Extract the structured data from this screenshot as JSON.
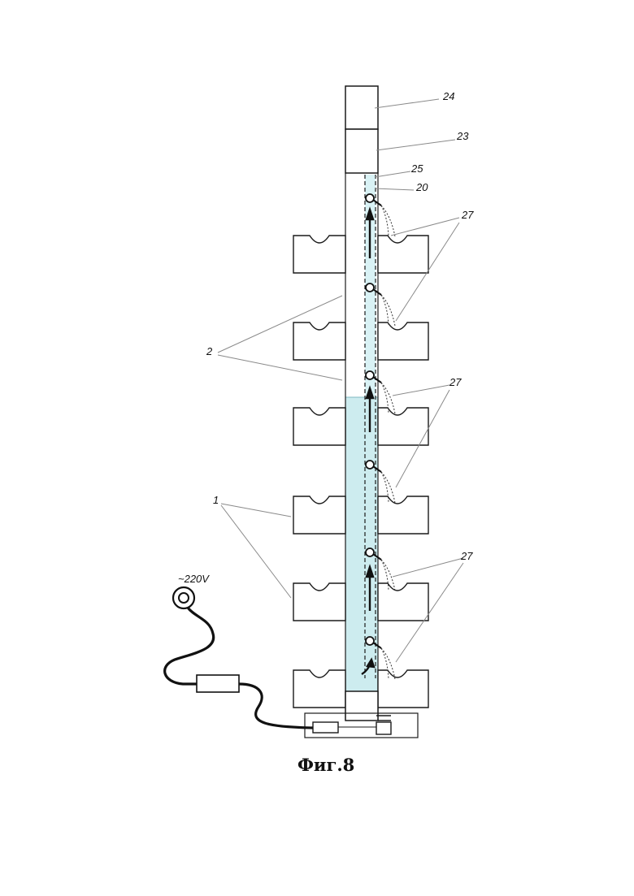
{
  "figure": {
    "caption": "Фиг.8",
    "callouts": [
      "24",
      "23",
      "25",
      "20",
      "27",
      "2",
      "27",
      "1",
      "27"
    ],
    "power_label": "~220V",
    "colors": {
      "line": "#1a1a1a",
      "leader": "#8a8a8a",
      "water": "#cdecef",
      "water_edge": "#7fb9c2"
    }
  }
}
